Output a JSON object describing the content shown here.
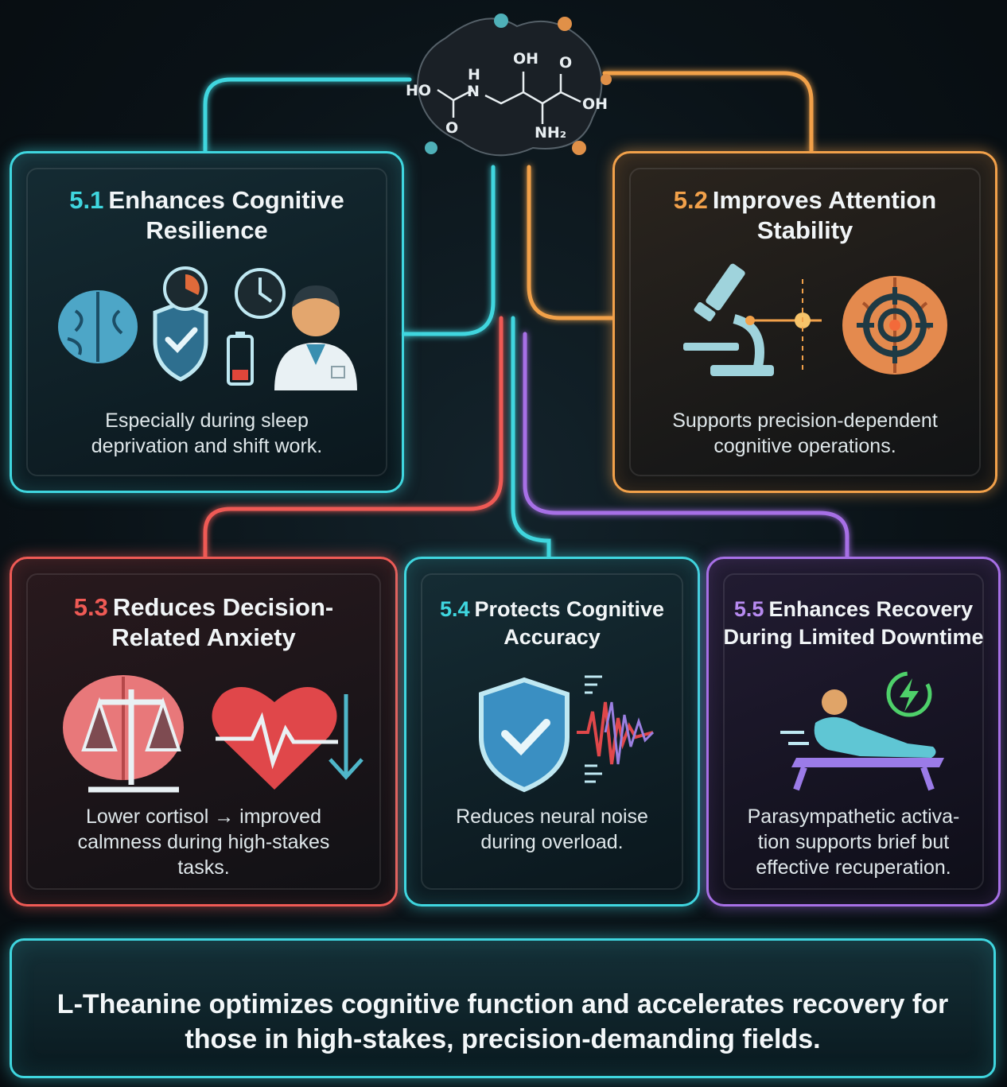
{
  "colors": {
    "teal": "#3fd6df",
    "orange": "#f2a14a",
    "red": "#ef5a55",
    "purple": "#a770e6",
    "background": "#0b1116"
  },
  "molecule": {
    "labels": {
      "oh_top": "OH",
      "o_top": "O",
      "ho": "HO",
      "h": "H",
      "n": "N",
      "o_bottom": "O",
      "oh_right": "OH",
      "nh2": "NH₂"
    }
  },
  "cards": [
    {
      "number": "5.1",
      "title": "Enhances Cognitive Resilience",
      "description": "Especially during sleep deprivation and shift work.",
      "accent": "#3fd6df",
      "icons": [
        "brain-icon",
        "shield-check-icon",
        "timer-icon",
        "clock-icon",
        "battery-low-icon",
        "doctor-icon"
      ]
    },
    {
      "number": "5.2",
      "title": "Improves Attention Stability",
      "description": "Supports precision-dependent cognitive operations.",
      "accent": "#f2a14a",
      "icons": [
        "microscope-icon",
        "focus-line-icon",
        "brain-target-icon"
      ]
    },
    {
      "number": "5.3",
      "title": "Reduces Decision-Related Anxiety",
      "description": "Lower cortisol → improved calmness during high-stakes tasks.",
      "accent": "#ef5a55",
      "icons": [
        "brain-scale-icon",
        "heart-pulse-icon",
        "arrow-down-icon"
      ]
    },
    {
      "number": "5.4",
      "title": "Protects Cognitive Accuracy",
      "description": "Reduces neural noise during overload.",
      "accent": "#3fd6df",
      "icons": [
        "shield-check-icon",
        "waveform-icon"
      ]
    },
    {
      "number": "5.5",
      "title": "Enhances Recovery During Limited Downtime",
      "description": "Parasympathetic activa-tion supports brief but effective recuperation.",
      "accent": "#a770e6",
      "icons": [
        "reclining-person-icon",
        "energy-bolt-icon"
      ]
    }
  ],
  "footer": {
    "text": "L-Theanine optimizes cognitive function and accelerates recovery for those in high-stakes, precision-demanding fields."
  }
}
